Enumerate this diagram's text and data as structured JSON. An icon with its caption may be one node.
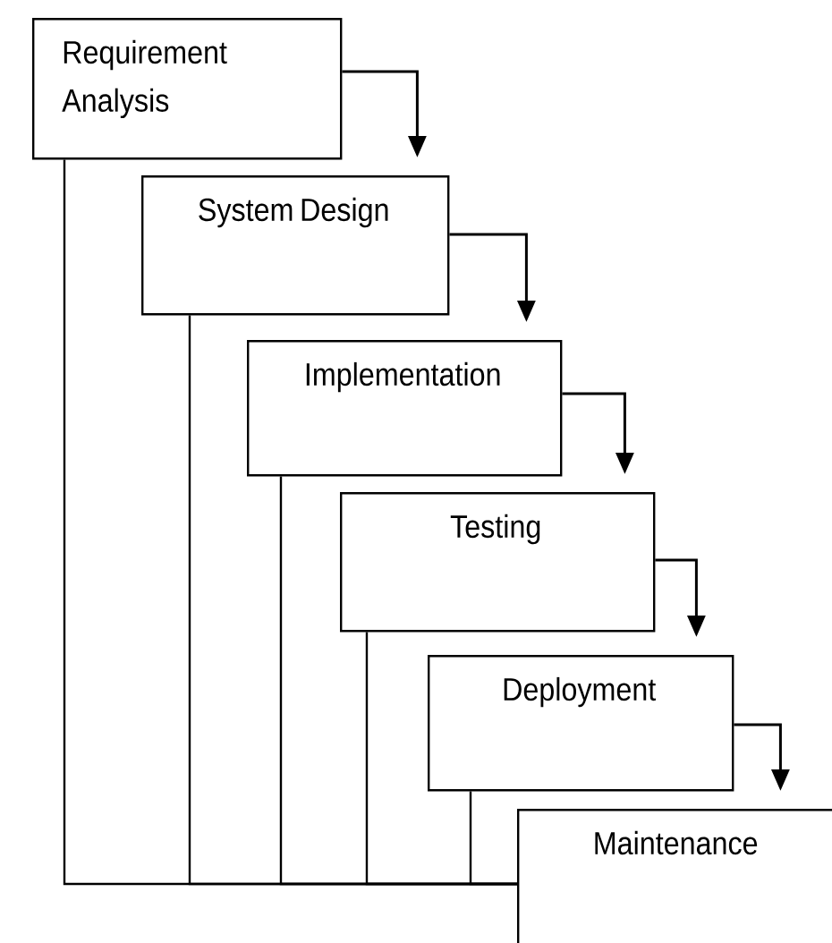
{
  "diagram": {
    "nodes": [
      {
        "text": [
          "Requirement Analysis"
        ]
      },
      {
        "text": [
          "System Design"
        ]
      },
      {
        "text": [
          "Implementation"
        ]
      },
      {
        "text": [
          "Testing"
        ]
      },
      {
        "text": [
          "Deployment"
        ]
      },
      {
        "text": [
          "Maintenance"
        ]
      }
    ],
    "edges": [
      {
        "from": 0,
        "to": 1,
        "arrow": "to"
      },
      {
        "from": 1,
        "to": 2,
        "arrow": "to"
      },
      {
        "from": 2,
        "to": 3,
        "arrow": "to"
      },
      {
        "from": 3,
        "to": 4,
        "arrow": "to"
      },
      {
        "from": 4,
        "to": 5,
        "arrow": "to"
      },
      {
        "from": 0,
        "to": 5,
        "arrow": "none"
      },
      {
        "from": 1,
        "to": 5,
        "arrow": "none"
      },
      {
        "from": 2,
        "to": 5,
        "arrow": "none"
      },
      {
        "from": 3,
        "to": 5,
        "arrow": "none"
      },
      {
        "from": 4,
        "to": 5,
        "arrow": "none"
      }
    ]
  }
}
